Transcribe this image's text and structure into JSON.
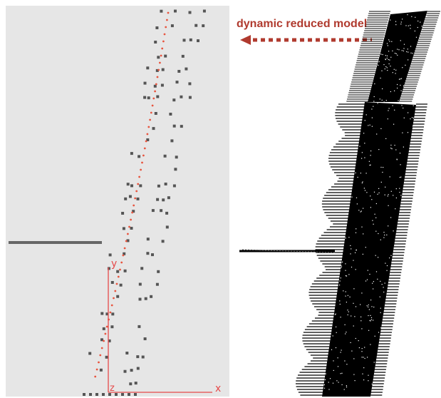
{
  "annotation": {
    "text": "dynamic reduced model",
    "color": "#b03a2e"
  },
  "axes": {
    "x_label": "x",
    "y_label": "y",
    "z_label": "z",
    "color": "#e64a4a"
  },
  "colors": {
    "panel_background": "#e6e6e6",
    "node_color": "#555555",
    "centerline_color": "#e8553f",
    "branch_color": "#666666",
    "mesh_color": "#000000"
  }
}
